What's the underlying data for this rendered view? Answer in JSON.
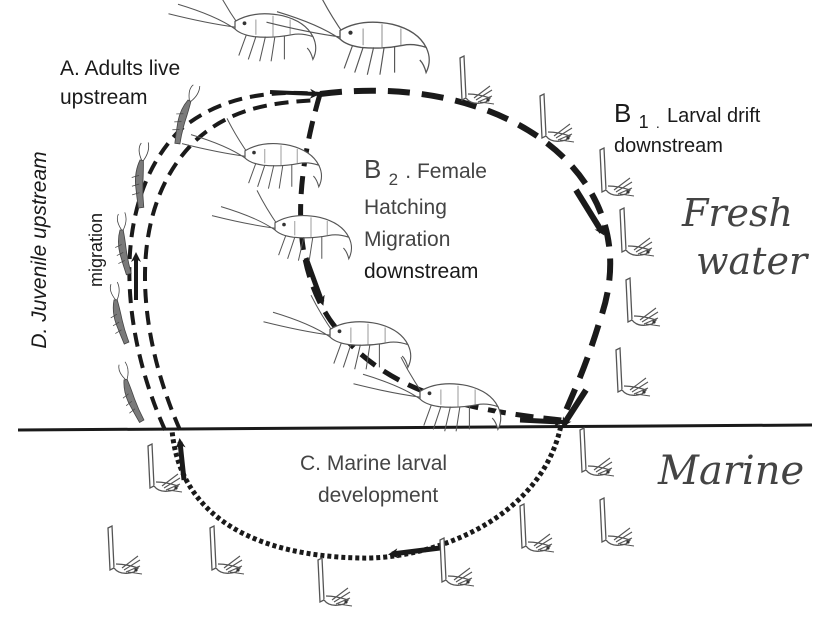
{
  "stages": {
    "a": {
      "line1": "A. Adults live",
      "line2": "upstream"
    },
    "b1": {
      "prefix": "B",
      "sub": "1",
      "dot": ".",
      "line1": " Larval drift",
      "line2": "downstream"
    },
    "b2": {
      "prefix": "B",
      "sub": "2",
      "line1": ". Female",
      "line2": "Hatching",
      "line3": "Migration",
      "line4": "downstream"
    },
    "c": {
      "line1": "C. Marine larval",
      "line2": "development"
    },
    "d": {
      "line1": "D. Juvenile upstream",
      "line2": "migration"
    }
  },
  "zones": {
    "fresh_line1": "Fresh",
    "fresh_line2": "water",
    "marine": "Marine"
  },
  "colors": {
    "ink": "#1a1a1a",
    "outline": "#555555",
    "juvenile": "#7a7a7a"
  },
  "icons": {
    "adult": "shrimp-adult-icon",
    "larva": "shrimp-larva-icon",
    "juvenile": "shrimp-juvenile-icon"
  }
}
